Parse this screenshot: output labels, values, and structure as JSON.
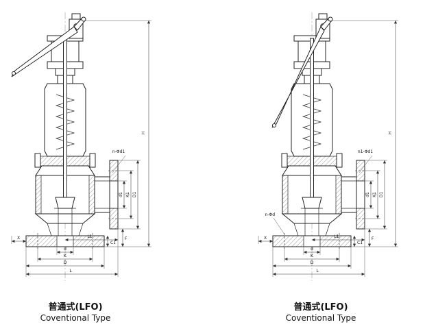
{
  "figures": [
    {
      "caption_zh": "普通式(LFO)",
      "caption_en": "Coventional Type",
      "dims": {
        "H": "H",
        "d1": "d1",
        "K1": "K1",
        "D1": "D1",
        "L1": "L1",
        "C1": "C1",
        "F": "F",
        "X": "X",
        "d": "d",
        "K": "K",
        "D": "D",
        "L": "L"
      },
      "callouts": {
        "outlet_bolt_holes": "n-Φd1"
      }
    },
    {
      "caption_zh": "普通式(LFO)",
      "caption_en": "Coventional Type",
      "dims": {
        "H": "H",
        "d1": "d1",
        "K1": "K1",
        "D1": "D1",
        "L1": "L1",
        "C1": "C1",
        "F": "F",
        "X": "X",
        "d": "d",
        "K": "K",
        "D": "D",
        "L": "L"
      },
      "callouts": {
        "outlet_bolt_holes": "n1-Φd1",
        "inlet_bolt_holes": "n-Φd"
      }
    }
  ]
}
